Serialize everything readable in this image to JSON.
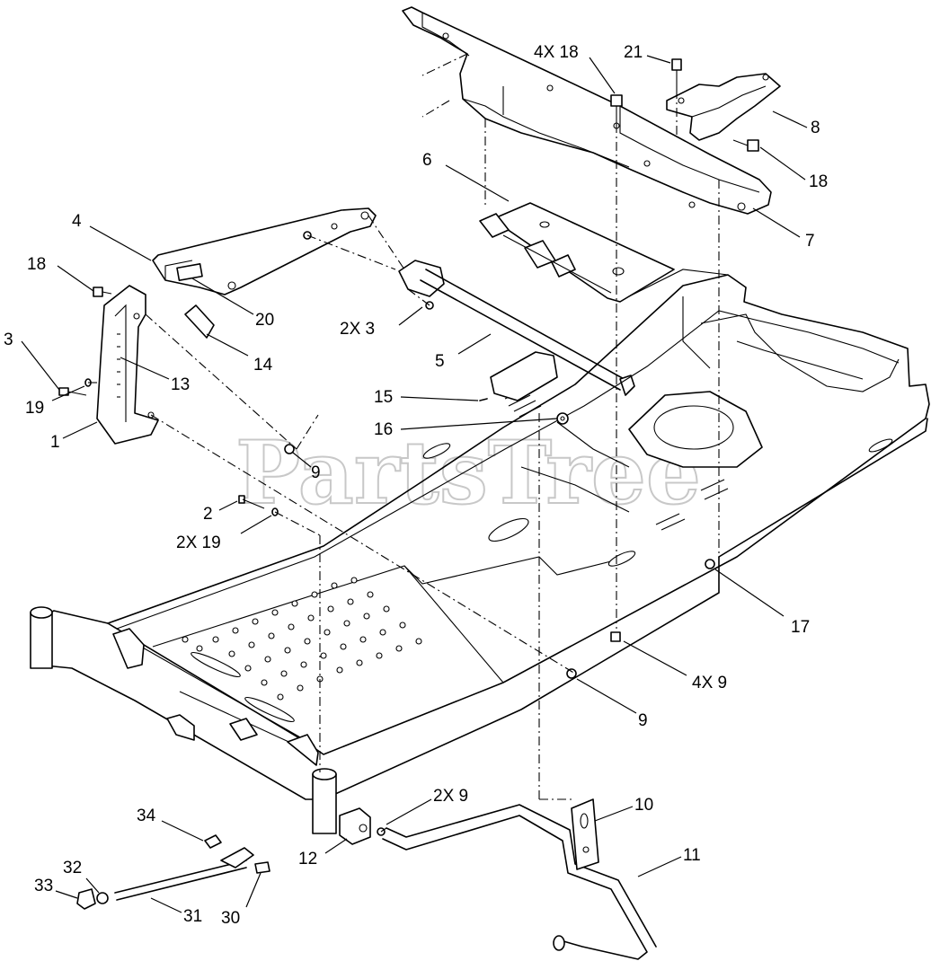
{
  "watermark": "PartsTree",
  "callouts": [
    {
      "id": "c-4x18",
      "text": "4X 18"
    },
    {
      "id": "c-21",
      "text": "21"
    },
    {
      "id": "c-8",
      "text": "8"
    },
    {
      "id": "c-18-top",
      "text": "18"
    },
    {
      "id": "c-7",
      "text": "7"
    },
    {
      "id": "c-6",
      "text": "6"
    },
    {
      "id": "c-4",
      "text": "4"
    },
    {
      "id": "c-18-left",
      "text": "18"
    },
    {
      "id": "c-20",
      "text": "20"
    },
    {
      "id": "c-2x3",
      "text": "2X 3"
    },
    {
      "id": "c-3",
      "text": "3"
    },
    {
      "id": "c-14",
      "text": "14"
    },
    {
      "id": "c-13",
      "text": "13"
    },
    {
      "id": "c-5",
      "text": "5"
    },
    {
      "id": "c-19",
      "text": "19"
    },
    {
      "id": "c-15",
      "text": "15"
    },
    {
      "id": "c-16",
      "text": "16"
    },
    {
      "id": "c-1",
      "text": "1"
    },
    {
      "id": "c-9-upper",
      "text": "9"
    },
    {
      "id": "c-2",
      "text": "2"
    },
    {
      "id": "c-2x19",
      "text": "2X 19"
    },
    {
      "id": "c-17",
      "text": "17"
    },
    {
      "id": "c-4x9",
      "text": "4X 9"
    },
    {
      "id": "c-9-lower",
      "text": "9"
    },
    {
      "id": "c-2x9",
      "text": "2X 9"
    },
    {
      "id": "c-10",
      "text": "10"
    },
    {
      "id": "c-34",
      "text": "34"
    },
    {
      "id": "c-11",
      "text": "11"
    },
    {
      "id": "c-12",
      "text": "12"
    },
    {
      "id": "c-32",
      "text": "32"
    },
    {
      "id": "c-33",
      "text": "33"
    },
    {
      "id": "c-31",
      "text": "31"
    },
    {
      "id": "c-30",
      "text": "30"
    }
  ]
}
